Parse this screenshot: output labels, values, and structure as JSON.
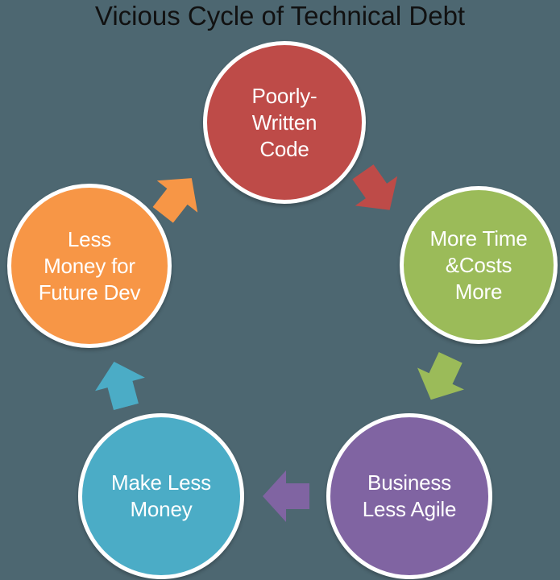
{
  "title": "Vicious Cycle of Technical Debt",
  "title_color": "#111111",
  "background_color": "#4D6771",
  "node_border_color": "#FFFFFF",
  "node_text_color": "#FFFFFF",
  "nodes": [
    {
      "id": "poorly-written-code",
      "position": "top",
      "color": "#BE4B48",
      "lines": [
        "Poorly-",
        "Written",
        "Code"
      ]
    },
    {
      "id": "more-time-costs-more",
      "position": "right",
      "color": "#9BBB59",
      "lines": [
        "More Time",
        "&Costs",
        "More"
      ]
    },
    {
      "id": "business-less-agile",
      "position": "bottom-right",
      "color": "#8064A2",
      "lines": [
        "Business",
        "Less Agile"
      ]
    },
    {
      "id": "make-less-money",
      "position": "bottom-left",
      "color": "#4BACC6",
      "lines": [
        "Make Less",
        "Money"
      ]
    },
    {
      "id": "less-money-future-dev",
      "position": "left",
      "color": "#F79646",
      "lines": [
        "Less",
        "Money for",
        "Future Dev"
      ]
    }
  ],
  "arrows": [
    {
      "id": "code-to-time",
      "from": "poorly-written-code",
      "to": "more-time-costs-more",
      "color": "#BE4B48",
      "direction": "down-right"
    },
    {
      "id": "time-to-agile",
      "from": "more-time-costs-more",
      "to": "business-less-agile",
      "color": "#9BBB59",
      "direction": "down-left"
    },
    {
      "id": "agile-to-money",
      "from": "business-less-agile",
      "to": "make-less-money",
      "color": "#8064A2",
      "direction": "left"
    },
    {
      "id": "money-to-less",
      "from": "make-less-money",
      "to": "less-money-future-dev",
      "color": "#4BACC6",
      "direction": "up-left"
    },
    {
      "id": "less-to-code",
      "from": "less-money-future-dev",
      "to": "poorly-written-code",
      "color": "#F79646",
      "direction": "up-right"
    }
  ]
}
